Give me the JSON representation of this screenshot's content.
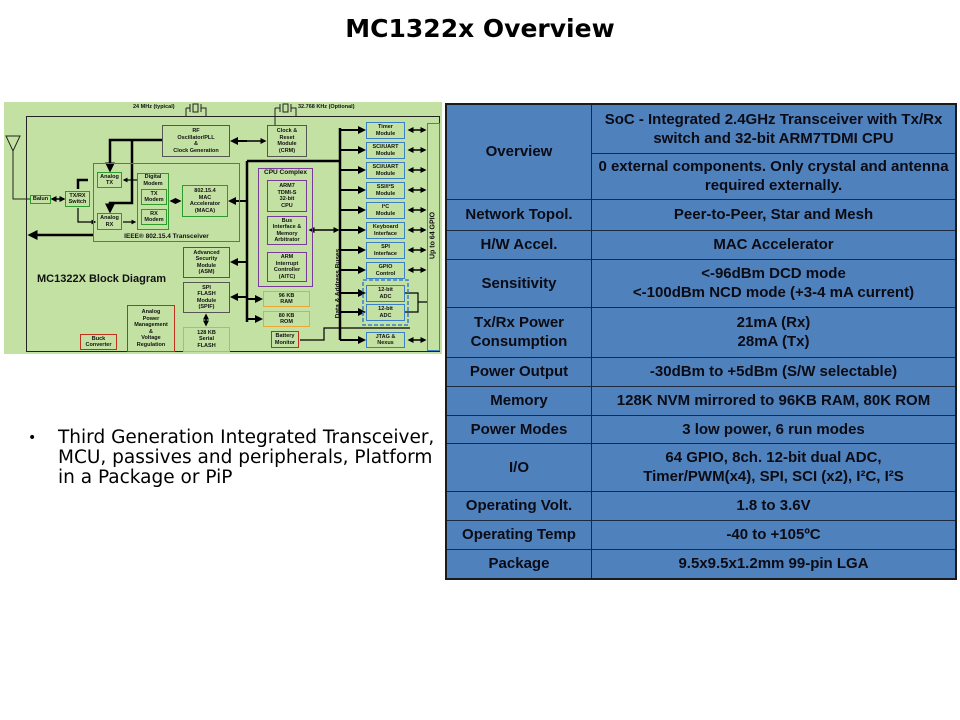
{
  "title": "MC1322x Overview",
  "diagram": {
    "title": "MC1322X Block Diagram",
    "crystal_main": "24 MHz (typical)",
    "crystal_rtc": "32.768 KHz (Optional)",
    "rf_osc": "RF\nOscillator/PLL\n&\nClock Generation",
    "transceiver": "IEEE® 802.15.4 Transceiver",
    "analog_tx": "Analog\nTX",
    "analog_rx": "Analog\nRX",
    "digital_modem": "Digital\nModem",
    "tx_modem": "TX\nModem",
    "rx_modem": "RX\nModem",
    "maca": "802.15.4\nMAC\nAccelerator\n(MACA)",
    "balun": "Balun",
    "switch": "TX/RX\nSwitch",
    "asm": "Advanced\nSecurity\nModule\n(ASM)",
    "spif": "SPI\nFLASH\nModule\n(SPIF)",
    "serial_flash": "128 KB\nSerial\nFLASH",
    "power": "Analog\nPower\nManagement\n&\nVoltage\nRegulation",
    "buck": "Buck\nConverter",
    "crm": "Clock &\nReset\nModule\n(CRM)",
    "cpu_complex": "CPU Complex",
    "arm": "ARM7\nTDMI-S\n32-bit\nCPU",
    "bus_if": "Bus\nInterface &\nMemory\nArbitrator",
    "aitc": "ARM\nInterrupt\nController\n(AITC)",
    "ram": "96 KB\nRAM",
    "rom": "80 KB\nROM",
    "battery": "Battery\nMonitor",
    "buses": "Data & Address Buses",
    "gpio_bar": "Up to 64 GPIO",
    "peripherals": [
      "Timer\nModule",
      "SCI/UART\nModule",
      "SCI/UART\nModule",
      "SSI/I²S\nModule",
      "I²C\nModule",
      "Keyboard\nInterface",
      "SPI\nInterface",
      "GPIO\nControl",
      "12-bit\nADC",
      "12-bit\nADC",
      "JTAG &\nNexus"
    ]
  },
  "bullet": "Third Generation Integrated Transceiver, MCU, passives and peripherals, Platform in a Package or PiP",
  "table": {
    "overview_label": "Overview",
    "overview_1": "SoC - Integrated 2.4GHz Transceiver with Tx/Rx switch and 32-bit ARM7TDMI CPU",
    "overview_2": "0 external components. Only crystal and antenna required externally.",
    "rows": [
      {
        "label": "Network Topol.",
        "value": "Peer-to-Peer, Star and Mesh"
      },
      {
        "label": "H/W Accel.",
        "value": "MAC Accelerator"
      },
      {
        "label": "Sensitivity",
        "value": "<-96dBm DCD mode\n<-100dBm NCD mode (+3-4 mA current)"
      },
      {
        "label": "Tx/Rx Power\nConsumption",
        "value": "21mA (Rx)\n28mA (Tx)"
      },
      {
        "label": "Power Output",
        "value": "-30dBm to +5dBm (S/W selectable)"
      },
      {
        "label": "Memory",
        "value": "128K NVM mirrored to 96KB RAM, 80K ROM"
      },
      {
        "label": "Power Modes",
        "value": "3 low power, 6 run modes"
      },
      {
        "label": "I/O",
        "value": "64 GPIO, 8ch. 12-bit dual ADC,\nTimer/PWM(x4), SPI, SCI (x2), I²C, I²S"
      },
      {
        "label": "Operating Volt.",
        "value": "1.8 to 3.6V"
      },
      {
        "label": "Operating Temp",
        "value": "-40 to +105ºC"
      },
      {
        "label": "Package",
        "value": "9.5x9.5x1.2mm 99-pin LGA"
      }
    ]
  },
  "colors": {
    "table_bg": "#4f81bd",
    "diagram_bg": "#c4e1a4"
  }
}
